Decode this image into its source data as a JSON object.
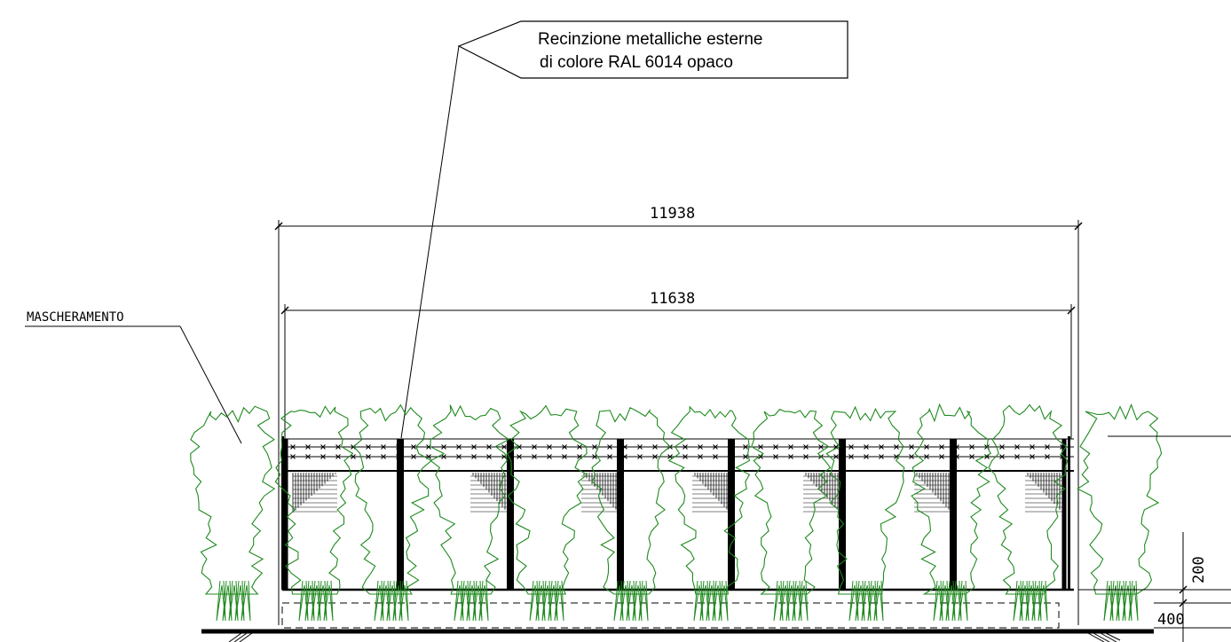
{
  "callout": {
    "line1": "Recinzione metalliche esterne",
    "line2": "di colore RAL 6014 opaco"
  },
  "label_masking": "MASCHERAMENTO",
  "dimensions": {
    "overall_width": "11938",
    "inner_width": "11638",
    "height_lower": "200",
    "base": "400"
  },
  "colors": {
    "hedge": "#1f8a1f",
    "linework": "#000000"
  }
}
